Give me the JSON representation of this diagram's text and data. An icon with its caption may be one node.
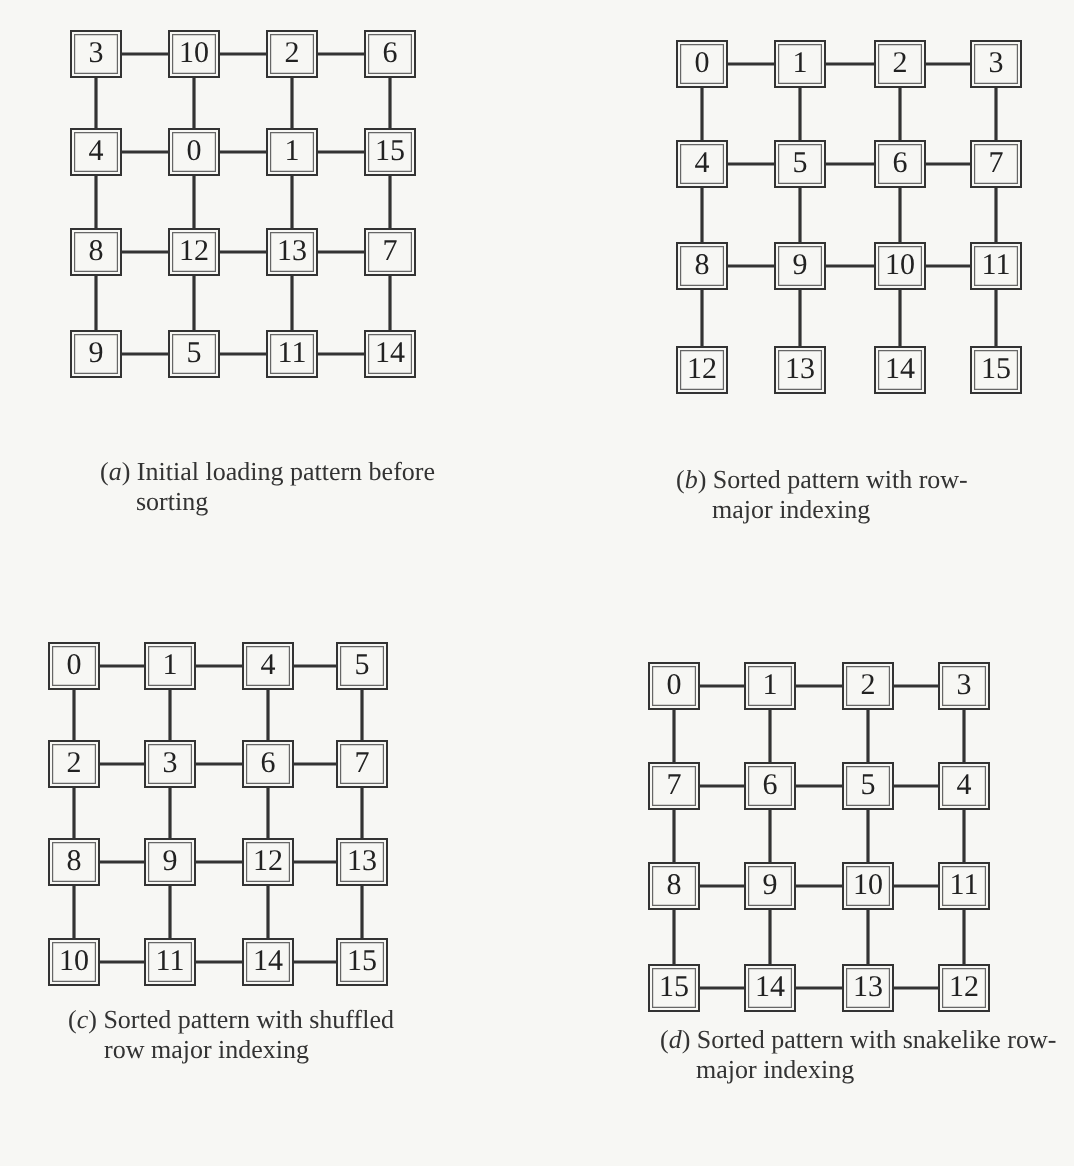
{
  "diagram": {
    "nodes": [
      {
        "text": [
          "3"
        ]
      },
      {
        "text": [
          "10"
        ]
      },
      {
        "text": [
          "2"
        ]
      },
      {
        "text": [
          "6"
        ]
      },
      {
        "text": [
          "4"
        ]
      },
      {
        "text": [
          "0"
        ]
      },
      {
        "text": [
          "1"
        ]
      },
      {
        "text": [
          "15"
        ]
      },
      {
        "text": [
          "8"
        ]
      },
      {
        "text": [
          "12"
        ]
      },
      {
        "text": [
          "13"
        ]
      },
      {
        "text": [
          "7"
        ]
      },
      {
        "text": [
          "9"
        ]
      },
      {
        "text": [
          "5"
        ]
      },
      {
        "text": [
          "11"
        ]
      },
      {
        "text": [
          "14"
        ]
      },
      {
        "text": [
          "0"
        ]
      },
      {
        "text": [
          "1"
        ]
      },
      {
        "text": [
          "2"
        ]
      },
      {
        "text": [
          "3"
        ]
      },
      {
        "text": [
          "4"
        ]
      },
      {
        "text": [
          "5"
        ]
      },
      {
        "text": [
          "6"
        ]
      },
      {
        "text": [
          "7"
        ]
      },
      {
        "text": [
          "8"
        ]
      },
      {
        "text": [
          "9"
        ]
      },
      {
        "text": [
          "10"
        ]
      },
      {
        "text": [
          "11"
        ]
      },
      {
        "text": [
          "12"
        ]
      },
      {
        "text": [
          "13"
        ]
      },
      {
        "text": [
          "14"
        ]
      },
      {
        "text": [
          "15"
        ]
      },
      {
        "text": [
          "0"
        ]
      },
      {
        "text": [
          "1"
        ]
      },
      {
        "text": [
          "4"
        ]
      },
      {
        "text": [
          "5"
        ]
      },
      {
        "text": [
          "2"
        ]
      },
      {
        "text": [
          "3"
        ]
      },
      {
        "text": [
          "6"
        ]
      },
      {
        "text": [
          "7"
        ]
      },
      {
        "text": [
          "8"
        ]
      },
      {
        "text": [
          "9"
        ]
      },
      {
        "text": [
          "12"
        ]
      },
      {
        "text": [
          "13"
        ]
      },
      {
        "text": [
          "10"
        ]
      },
      {
        "text": [
          "11"
        ]
      },
      {
        "text": [
          "14"
        ]
      },
      {
        "text": [
          "15"
        ]
      },
      {
        "text": [
          "0"
        ]
      },
      {
        "text": [
          "1"
        ]
      },
      {
        "text": [
          "2"
        ]
      },
      {
        "text": [
          "3"
        ]
      },
      {
        "text": [
          "7"
        ]
      },
      {
        "text": [
          "6"
        ]
      },
      {
        "text": [
          "5"
        ]
      },
      {
        "text": [
          "4"
        ]
      },
      {
        "text": [
          "8"
        ]
      },
      {
        "text": [
          "9"
        ]
      },
      {
        "text": [
          "10"
        ]
      },
      {
        "text": [
          "11"
        ]
      },
      {
        "text": [
          "15"
        ]
      },
      {
        "text": [
          "14"
        ]
      },
      {
        "text": [
          "13"
        ]
      },
      {
        "text": [
          "12"
        ]
      }
    ],
    "edges": [
      {
        "from": 0,
        "to": 1,
        "arrow": "none"
      },
      {
        "from": 1,
        "to": 2,
        "arrow": "none"
      },
      {
        "from": 2,
        "to": 3,
        "arrow": "none"
      },
      {
        "from": 0,
        "to": 4,
        "arrow": "none"
      },
      {
        "from": 1,
        "to": 5,
        "arrow": "none"
      },
      {
        "from": 2,
        "to": 6,
        "arrow": "none"
      },
      {
        "from": 3,
        "to": 7,
        "arrow": "none"
      },
      {
        "from": 4,
        "to": 5,
        "arrow": "none"
      },
      {
        "from": 5,
        "to": 6,
        "arrow": "none"
      },
      {
        "from": 6,
        "to": 7,
        "arrow": "none"
      },
      {
        "from": 4,
        "to": 8,
        "arrow": "none"
      },
      {
        "from": 5,
        "to": 9,
        "arrow": "none"
      },
      {
        "from": 6,
        "to": 10,
        "arrow": "none"
      },
      {
        "from": 7,
        "to": 11,
        "arrow": "none"
      },
      {
        "from": 8,
        "to": 9,
        "arrow": "none"
      },
      {
        "from": 9,
        "to": 10,
        "arrow": "none"
      },
      {
        "from": 10,
        "to": 11,
        "arrow": "none"
      },
      {
        "from": 8,
        "to": 12,
        "arrow": "none"
      },
      {
        "from": 9,
        "to": 13,
        "arrow": "none"
      },
      {
        "from": 10,
        "to": 14,
        "arrow": "none"
      },
      {
        "from": 11,
        "to": 15,
        "arrow": "none"
      },
      {
        "from": 12,
        "to": 13,
        "arrow": "none"
      },
      {
        "from": 13,
        "to": 14,
        "arrow": "none"
      },
      {
        "from": 14,
        "to": 15,
        "arrow": "none"
      },
      {
        "from": 16,
        "to": 17,
        "arrow": "none"
      },
      {
        "from": 17,
        "to": 18,
        "arrow": "none"
      },
      {
        "from": 18,
        "to": 19,
        "arrow": "none"
      },
      {
        "from": 16,
        "to": 20,
        "arrow": "none"
      },
      {
        "from": 17,
        "to": 21,
        "arrow": "none"
      },
      {
        "from": 18,
        "to": 22,
        "arrow": "none"
      },
      {
        "from": 19,
        "to": 23,
        "arrow": "none"
      },
      {
        "from": 20,
        "to": 21,
        "arrow": "none"
      },
      {
        "from": 21,
        "to": 22,
        "arrow": "none"
      },
      {
        "from": 22,
        "to": 23,
        "arrow": "none"
      },
      {
        "from": 20,
        "to": 24,
        "arrow": "none"
      },
      {
        "from": 21,
        "to": 25,
        "arrow": "none"
      },
      {
        "from": 22,
        "to": 26,
        "arrow": "none"
      },
      {
        "from": 23,
        "to": 27,
        "arrow": "none"
      },
      {
        "from": 24,
        "to": 25,
        "arrow": "none"
      },
      {
        "from": 25,
        "to": 26,
        "arrow": "none"
      },
      {
        "from": 26,
        "to": 27,
        "arrow": "none"
      },
      {
        "from": 24,
        "to": 28,
        "arrow": "none"
      },
      {
        "from": 25,
        "to": 29,
        "arrow": "none"
      },
      {
        "from": 26,
        "to": 30,
        "arrow": "none"
      },
      {
        "from": 27,
        "to": 31,
        "arrow": "none"
      },
      {
        "from": 32,
        "to": 33,
        "arrow": "none"
      },
      {
        "from": 33,
        "to": 34,
        "arrow": "none"
      },
      {
        "from": 34,
        "to": 35,
        "arrow": "none"
      },
      {
        "from": 32,
        "to": 36,
        "arrow": "none"
      },
      {
        "from": 33,
        "to": 37,
        "arrow": "none"
      },
      {
        "from": 34,
        "to": 38,
        "arrow": "none"
      },
      {
        "from": 35,
        "to": 39,
        "arrow": "none"
      },
      {
        "from": 36,
        "to": 37,
        "arrow": "none"
      },
      {
        "from": 37,
        "to": 38,
        "arrow": "none"
      },
      {
        "from": 38,
        "to": 39,
        "arrow": "none"
      },
      {
        "from": 36,
        "to": 40,
        "arrow": "none"
      },
      {
        "from": 37,
        "to": 41,
        "arrow": "none"
      },
      {
        "from": 38,
        "to": 42,
        "arrow": "none"
      },
      {
        "from": 39,
        "to": 43,
        "arrow": "none"
      },
      {
        "from": 40,
        "to": 41,
        "arrow": "none"
      },
      {
        "from": 41,
        "to": 42,
        "arrow": "none"
      },
      {
        "from": 42,
        "to": 43,
        "arrow": "none"
      },
      {
        "from": 40,
        "to": 44,
        "arrow": "none"
      },
      {
        "from": 41,
        "to": 45,
        "arrow": "none"
      },
      {
        "from": 42,
        "to": 46,
        "arrow": "none"
      },
      {
        "from": 43,
        "to": 47,
        "arrow": "none"
      },
      {
        "from": 44,
        "to": 45,
        "arrow": "none"
      },
      {
        "from": 45,
        "to": 46,
        "arrow": "none"
      },
      {
        "from": 46,
        "to": 47,
        "arrow": "none"
      },
      {
        "from": 48,
        "to": 49,
        "arrow": "none"
      },
      {
        "from": 49,
        "to": 50,
        "arrow": "none"
      },
      {
        "from": 50,
        "to": 51,
        "arrow": "none"
      },
      {
        "from": 48,
        "to": 52,
        "arrow": "none"
      },
      {
        "from": 49,
        "to": 53,
        "arrow": "none"
      },
      {
        "from": 50,
        "to": 54,
        "arrow": "none"
      },
      {
        "from": 51,
        "to": 55,
        "arrow": "none"
      },
      {
        "from": 52,
        "to": 53,
        "arrow": "none"
      },
      {
        "from": 53,
        "to": 54,
        "arrow": "none"
      },
      {
        "from": 54,
        "to": 55,
        "arrow": "none"
      },
      {
        "from": 52,
        "to": 56,
        "arrow": "none"
      },
      {
        "from": 53,
        "to": 57,
        "arrow": "none"
      },
      {
        "from": 54,
        "to": 58,
        "arrow": "none"
      },
      {
        "from": 55,
        "to": 59,
        "arrow": "none"
      },
      {
        "from": 56,
        "to": 57,
        "arrow": "none"
      },
      {
        "from": 57,
        "to": 58,
        "arrow": "none"
      },
      {
        "from": 58,
        "to": 59,
        "arrow": "none"
      },
      {
        "from": 56,
        "to": 60,
        "arrow": "none"
      },
      {
        "from": 57,
        "to": 61,
        "arrow": "none"
      },
      {
        "from": 58,
        "to": 62,
        "arrow": "none"
      },
      {
        "from": 59,
        "to": 63,
        "arrow": "none"
      },
      {
        "from": 60,
        "to": 61,
        "arrow": "none"
      },
      {
        "from": 61,
        "to": 62,
        "arrow": "none"
      },
      {
        "from": 62,
        "to": 63,
        "arrow": "none"
      }
    ],
    "labels": [
      "(*a*) Initial loading pattern before sorting",
      "(*b*) Sorted pattern with row-major indexing",
      "(*c*) Sorted pattern with shuffled row major indexing",
      "(*d*) Sorted pattern with snakelike row-major indexing"
    ]
  }
}
